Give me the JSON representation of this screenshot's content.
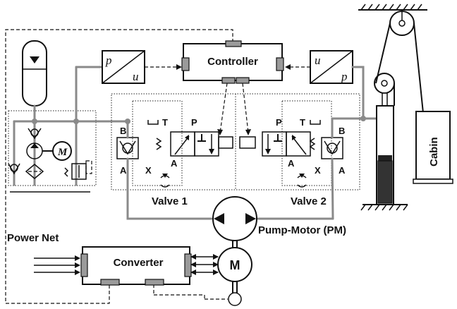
{
  "labels": {
    "controller": "Controller",
    "converter": "Converter",
    "valve1": "Valve 1",
    "valve2": "Valve 2",
    "pump_motor": "Pump-Motor (PM)",
    "power_net": "Power Net",
    "cabin": "Cabin",
    "motor_large": "M",
    "motor_small": "M"
  },
  "sensors": {
    "left": {
      "input": "p",
      "output": "u"
    },
    "right": {
      "input": "u",
      "output": "p"
    }
  },
  "valve_ports": {
    "b": "B",
    "a": "A",
    "x": "X",
    "t": "T",
    "p": "P"
  }
}
